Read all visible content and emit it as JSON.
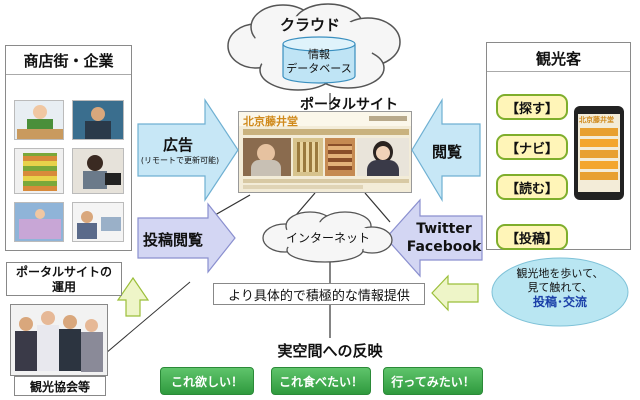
{
  "cloud": {
    "title": "クラウド",
    "db_line1": "情報",
    "db_line2": "データベース"
  },
  "portal": {
    "title": "ポータルサイト",
    "logo_text": "北京藤井堂"
  },
  "left_panel": {
    "title": "商店街・企業"
  },
  "right_panel": {
    "title": "観光客",
    "buttons": [
      "【探す】",
      "【ナビ】",
      "【読む】",
      "【投稿】"
    ],
    "phone_logo": "北京藤井堂"
  },
  "arrows": {
    "ad_main": "広告",
    "ad_sub": "(リモートで更新可能)",
    "post_view": "投稿閲覧",
    "view": "閲覧",
    "twitter": "Twitter",
    "facebook": "Facebook"
  },
  "internet": "インターネット",
  "info_box": "より具体的で積極的な情報提供",
  "bubble": {
    "line1": "観光地を歩いて、",
    "line2": "見て触れて、",
    "line3": "投稿･交流"
  },
  "operation": {
    "line1": "ポータルサイトの",
    "line2": "運用"
  },
  "association": "観光協会等",
  "reflection": {
    "title": "実空間への反映",
    "buttons": [
      "これ欲しい！",
      "これ食べたい！",
      "行ってみたい！"
    ]
  }
}
